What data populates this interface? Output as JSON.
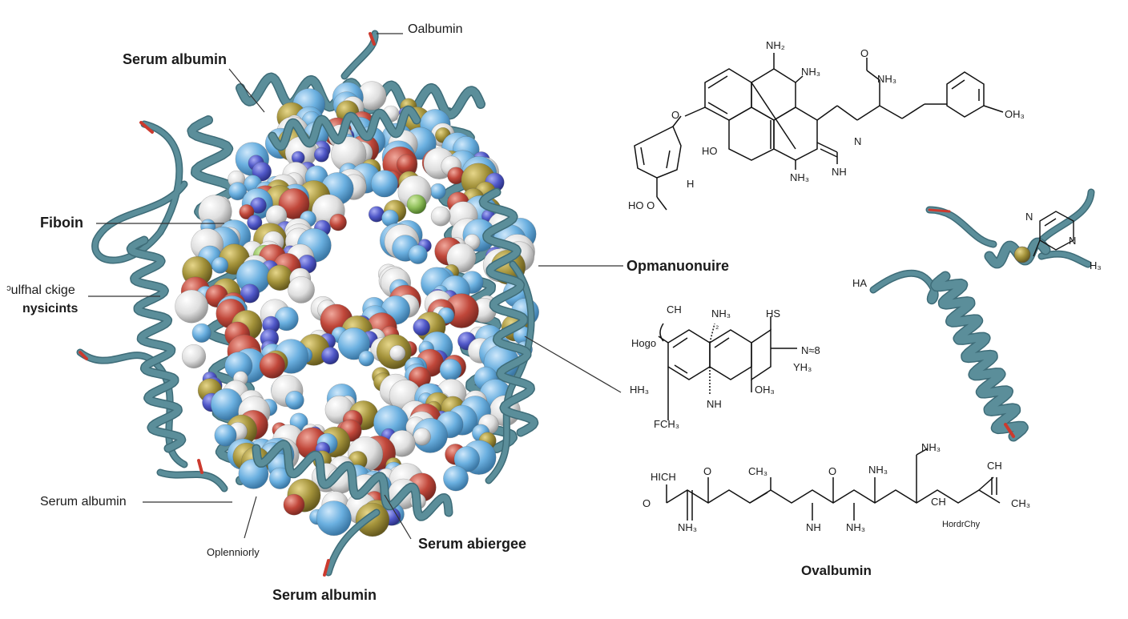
{
  "labels": {
    "oalbumin": "Oalbumin",
    "serum_albumin_top": "Serum albumin",
    "fiboin": "Fiboin",
    "sulfhal_line1": "ᵓulfhal ckige",
    "sulfhal_line2": "nysicints",
    "serum_albumin_left": "Serum albumin",
    "oplenniorly": "Oplenniorly",
    "serum_abiergee": "Serum abiergee",
    "serum_albumin_bottom": "Serum albumin",
    "opmanuonuire": "Opmanuonuire",
    "ovalbumin": "Ovalbumin"
  },
  "structure1": {
    "nh2_top": "NH₂",
    "nh3_a": "NH₃",
    "o_ring": "O",
    "nh3_chain": "NH₃",
    "o_chain": "O",
    "oh3": "OH₃",
    "n": "N",
    "ho": "HO",
    "nh3_b": "NH₃",
    "nh": "NH",
    "h": "H",
    "ho_o": "HO  O"
  },
  "structure2": {
    "ch": "CH",
    "nh3": "NH₃",
    "hs": "HS",
    "hogo": "Hogo",
    "s2": "₂",
    "ne": "N≈8",
    "yh3": "YH₃",
    "hh3": "HH₃",
    "oh3": "OH₃",
    "nh": "NH",
    "fch3": "FCH₃"
  },
  "structure3": {
    "hich": "HICH",
    "o_a": "O",
    "ch3_a": "CH₃",
    "o_b": "O",
    "nh3_a": "NH₃",
    "nh3_top": "NH₃",
    "ch_right": "CH",
    "o_left": "O",
    "nh3_bot": "NH₃",
    "nh": "NH",
    "nh3_bot2": "NH₃",
    "ch_mid": "CH",
    "ch3_right": "CH₃",
    "hordrchy": "HordrChy"
  },
  "helix": {
    "n1": "N",
    "n2": "N",
    "h3": "H₃",
    "ha": "HA"
  },
  "colors": {
    "ribbon": "#5b8e9a",
    "ribbon_dark": "#3e6c78",
    "blue": "#6bb0e0",
    "white": "#e4e4e4",
    "red": "#c0473a",
    "olive": "#a3923a",
    "violet": "#5058c8",
    "tip_red": "#cc3a2e"
  }
}
